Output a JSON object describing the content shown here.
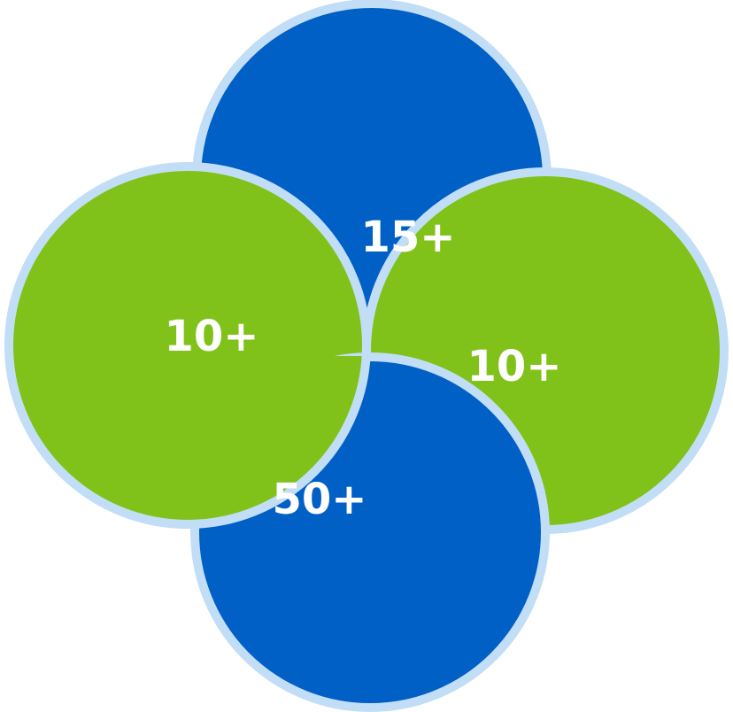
{
  "colors": {
    "blue": "#0060C6",
    "green": "#80C21A",
    "outline": "#C2DEF7",
    "background": "#FFFFFF"
  },
  "circles": {
    "top": {
      "label": "15+",
      "color": "blue"
    },
    "left": {
      "label": "10+",
      "color": "green"
    },
    "right": {
      "label": "10+",
      "color": "green"
    },
    "bottom": {
      "label": "50+",
      "color": "blue"
    }
  }
}
